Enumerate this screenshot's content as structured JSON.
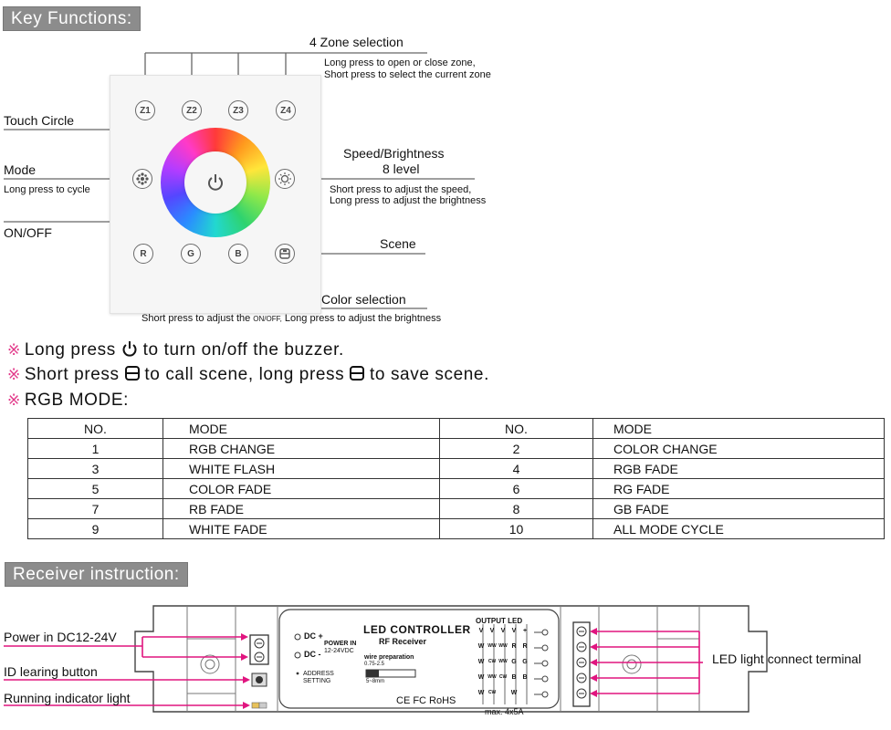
{
  "banners": {
    "key_functions": "Key Functions:",
    "receiver_instruction": "Receiver instruction:"
  },
  "panel": {
    "zone_buttons": [
      "Z1",
      "Z2",
      "Z3",
      "Z4"
    ],
    "color_buttons": [
      "R",
      "G",
      "B"
    ],
    "center_icon": "power-icon",
    "mode_icon": "mode-icon",
    "speed_icon": "brightness-icon",
    "scene_icon": "save-icon"
  },
  "labels": {
    "zone_title": "4 Zone selection",
    "zone_desc1": "Long press to open or close zone,",
    "zone_desc2": "Short press to select the current zone",
    "touch_circle": "Touch Circle",
    "mode": "Mode",
    "mode_desc": "Long press to cycle",
    "onoff": "ON/OFF",
    "speed_title": "Speed/Brightness",
    "speed_level": "8 level",
    "speed_desc1": "Short press to adjust the speed,",
    "speed_desc2": "Long press to adjust the brightness",
    "scene": "Scene",
    "color_title": "Color selection",
    "color_desc_a": "Short press to adjust the",
    "color_desc_b": "ON/OFF,",
    "color_desc_c": "Long press to adjust the brightness"
  },
  "notes": {
    "mark": "※",
    "n1a": "Long press",
    "n1b": "to turn on/off the buzzer.",
    "n2a": "Short press",
    "n2b": "to call scene, long press",
    "n2c": "to save scene.",
    "n3": "RGB MODE:"
  },
  "table": {
    "headers": [
      "NO.",
      "MODE",
      "NO.",
      "MODE"
    ],
    "rows": [
      [
        "1",
        "RGB CHANGE",
        "2",
        "COLOR CHANGE"
      ],
      [
        "3",
        "WHITE FLASH",
        "4",
        "RGB FADE"
      ],
      [
        "5",
        "COLOR FADE",
        "6",
        "RG FADE"
      ],
      [
        "7",
        "RB FADE",
        "8",
        "GB FADE"
      ],
      [
        "9",
        "WHITE FADE",
        "10",
        "ALL MODE CYCLE"
      ]
    ]
  },
  "receiver": {
    "power_in": "Power in DC12-24V",
    "id_button": "ID learing button",
    "running_light": "Running indicator light",
    "led_terminal": "LED light connect terminal",
    "dc_plus": "DC +",
    "dc_minus": "DC -",
    "power_in_small": "POWER IN",
    "power_vdc": "12-24VDC",
    "address": "ADDRESS",
    "setting": "SETTING",
    "title": "LED CONTROLLER",
    "subtitle": "RF Receiver",
    "wire_prep": "wire preparation",
    "wire_size": "0.75-2.5",
    "wire_len": "5~8mm",
    "certs": "CE FC RoHS",
    "output_led": "OUTPUT LED",
    "max": "max. 4x5A",
    "grid": [
      [
        "V",
        "V",
        "V",
        "V",
        "+"
      ],
      [
        "W",
        "WW",
        "WW",
        "R",
        "R"
      ],
      [
        "W",
        "CW",
        "WW",
        "G",
        "G"
      ],
      [
        "W",
        "WW",
        "CW",
        "B",
        "B"
      ],
      [
        "W",
        "CW",
        "",
        "W",
        ""
      ]
    ]
  },
  "colors": {
    "accent": "#e0157f",
    "banner": "#8c8c8c",
    "mark": "#e23a8a"
  }
}
